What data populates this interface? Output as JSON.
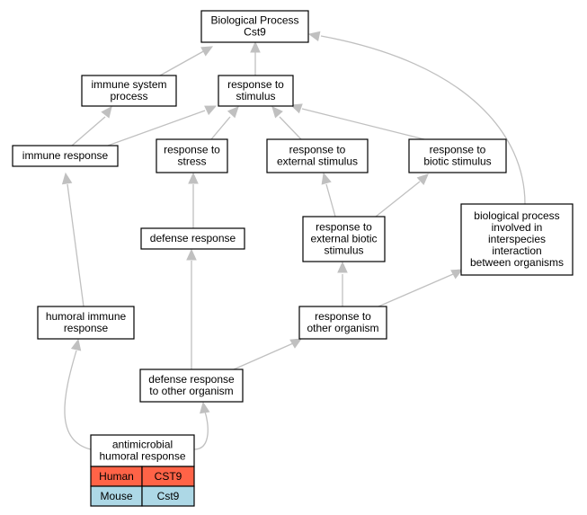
{
  "nodes": {
    "biological_process": [
      "Biological Process",
      "Cst9"
    ],
    "immune_system_process": [
      "immune system",
      "process"
    ],
    "response_to_stimulus": [
      "response to",
      "stimulus"
    ],
    "immune_response": [
      "immune response"
    ],
    "response_to_stress": [
      "response to",
      "stress"
    ],
    "response_to_external_stimulus": [
      "response to",
      "external stimulus"
    ],
    "response_to_biotic_stimulus": [
      "response to",
      "biotic stimulus"
    ],
    "defense_response": [
      "defense response"
    ],
    "response_to_external_biotic_stimulus": [
      "response to",
      "external biotic",
      "stimulus"
    ],
    "interspecies_interaction": [
      "biological process",
      "involved in",
      "interspecies",
      "interaction",
      "between organisms"
    ],
    "humoral_immune_response": [
      "humoral immune",
      "response"
    ],
    "response_to_other_organism": [
      "response to",
      "other organism"
    ],
    "defense_response_to_other_organism": [
      "defense response",
      "to other organism"
    ],
    "antimicrobial_humoral_response": [
      "antimicrobial",
      "humoral response"
    ]
  },
  "gene_table": {
    "rows": [
      {
        "species": "Human",
        "gene": "CST9",
        "color": "#ff6347"
      },
      {
        "species": "Mouse",
        "gene": "Cst9",
        "color": "#add8e6"
      }
    ]
  },
  "colors": {
    "edge": "#c0c0c0",
    "node_border": "#000000",
    "node_fill": "#ffffff"
  }
}
